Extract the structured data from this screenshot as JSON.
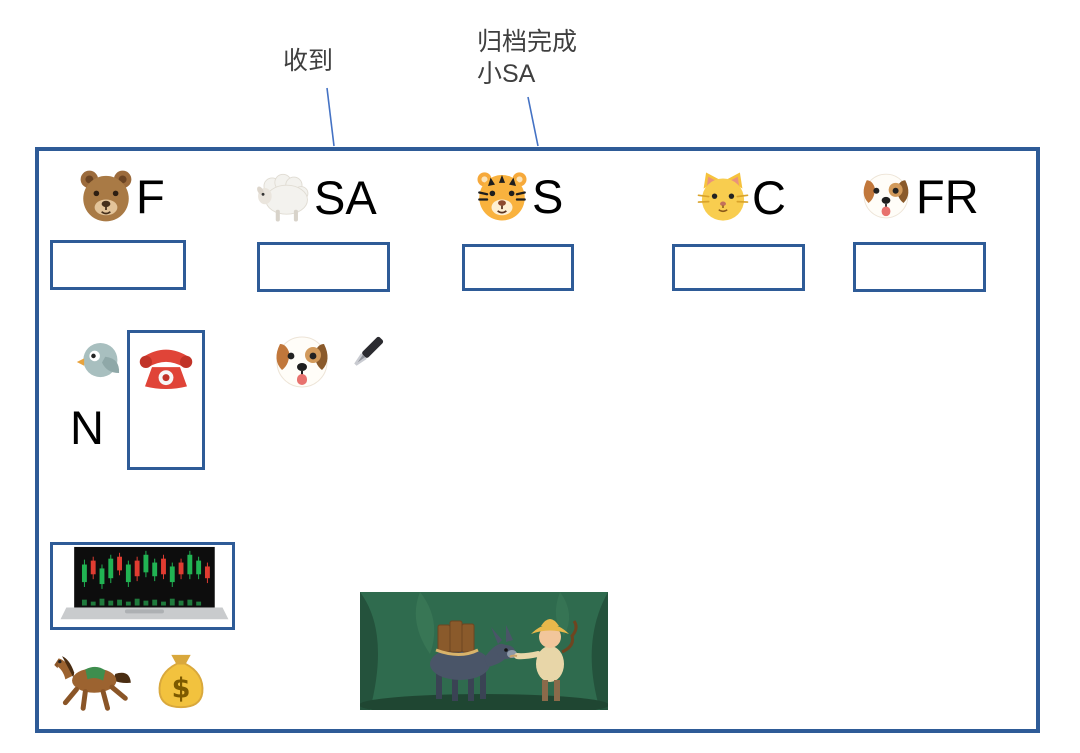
{
  "callouts": {
    "received": {
      "text": "收到"
    },
    "archived": {
      "line1": "归档完成",
      "line2": "小SA"
    }
  },
  "stages": [
    {
      "icon": "bear-icon",
      "label": "F"
    },
    {
      "icon": "sheep-icon",
      "label": "SA"
    },
    {
      "icon": "tiger-icon",
      "label": "S"
    },
    {
      "icon": "cat-icon",
      "label": "C"
    },
    {
      "icon": "dog-icon",
      "label": "FR"
    }
  ],
  "middle": {
    "bird_label": "N",
    "icons": [
      "bird-icon",
      "telephone-icon",
      "dog-icon",
      "pen-icon"
    ]
  },
  "bottom": {
    "money_symbol": "$",
    "icons": [
      "stock-chart-laptop-image",
      "horse-icon",
      "money-bag-icon",
      "donkey-cowboy-illustration"
    ]
  },
  "colors": {
    "frame_border": "#2E5B97",
    "callout_line": "#4472C4"
  }
}
